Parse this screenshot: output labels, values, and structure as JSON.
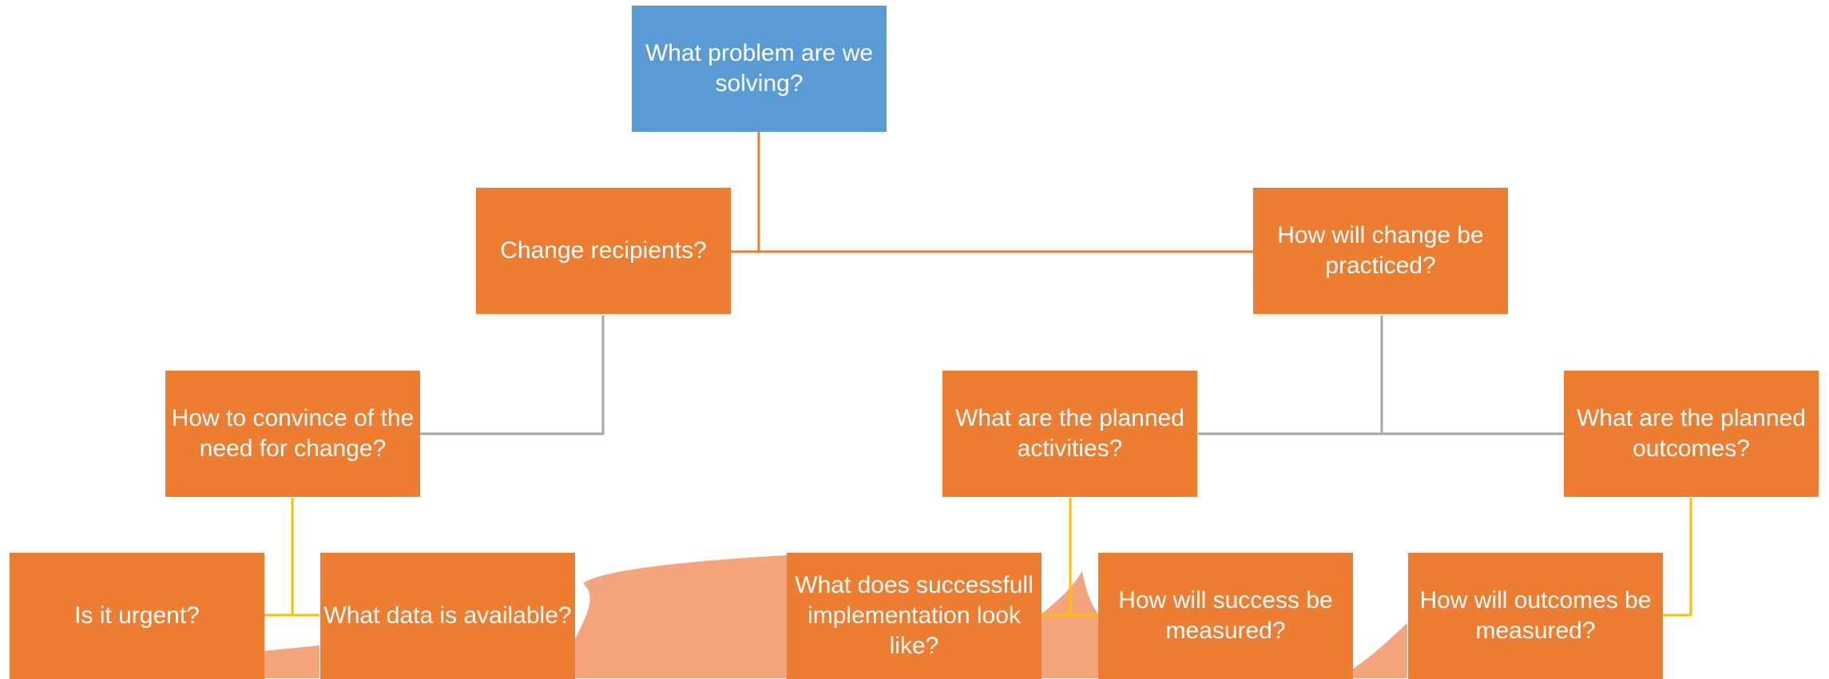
{
  "colors": {
    "root_fill": "#5B9BD5",
    "node_fill": "#ED7D31",
    "node_text": "#FFFFFF",
    "connector_orange": "#ED7D31",
    "connector_gray": "#A5A5A5",
    "connector_yellow": "#FFC000",
    "background_shape": "#F4A57D"
  },
  "nodes": {
    "root": "What problem are we solving?",
    "change_recipients": "Change recipients?",
    "change_practiced": "How will change be practiced?",
    "convince_need": "How to convince of the need for change?",
    "planned_activities": "What are the planned activities?",
    "planned_outcomes": "What are the planned outcomes?",
    "is_urgent": "Is it urgent?",
    "data_available": "What data is available?",
    "successful_implementation": "What does successfull implementation look like?",
    "success_measured": "How will success be measured?",
    "outcomes_measured": "How will outcomes be measured?"
  }
}
